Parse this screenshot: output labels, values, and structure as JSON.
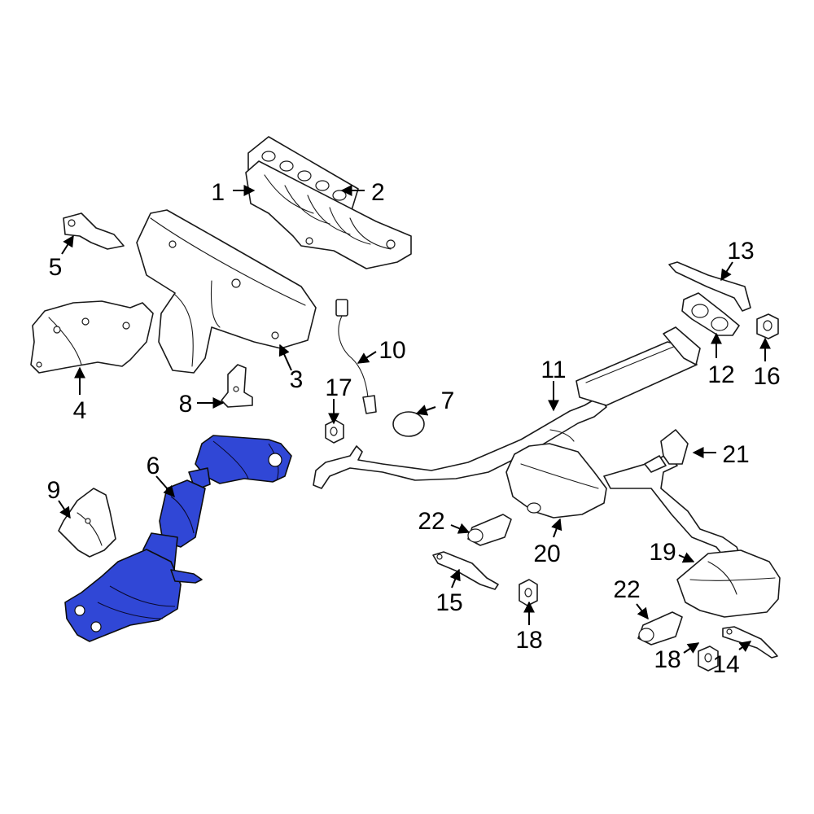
{
  "colors": {
    "highlight": "#3047d6",
    "line": "#1a1a1a",
    "background": "#ffffff"
  },
  "highlighted_part": "6",
  "callouts": {
    "c1": "1",
    "c2": "2",
    "c3": "3",
    "c4": "4",
    "c5": "5",
    "c6": "6",
    "c7": "7",
    "c8": "8",
    "c9": "9",
    "c10": "10",
    "c11": "11",
    "c12": "12",
    "c13": "13",
    "c14": "14",
    "c15": "15",
    "c16": "16",
    "c17": "17",
    "c18a": "18",
    "c18b": "18",
    "c19": "19",
    "c20": "20",
    "c21": "21",
    "c22a": "22",
    "c22b": "22"
  }
}
